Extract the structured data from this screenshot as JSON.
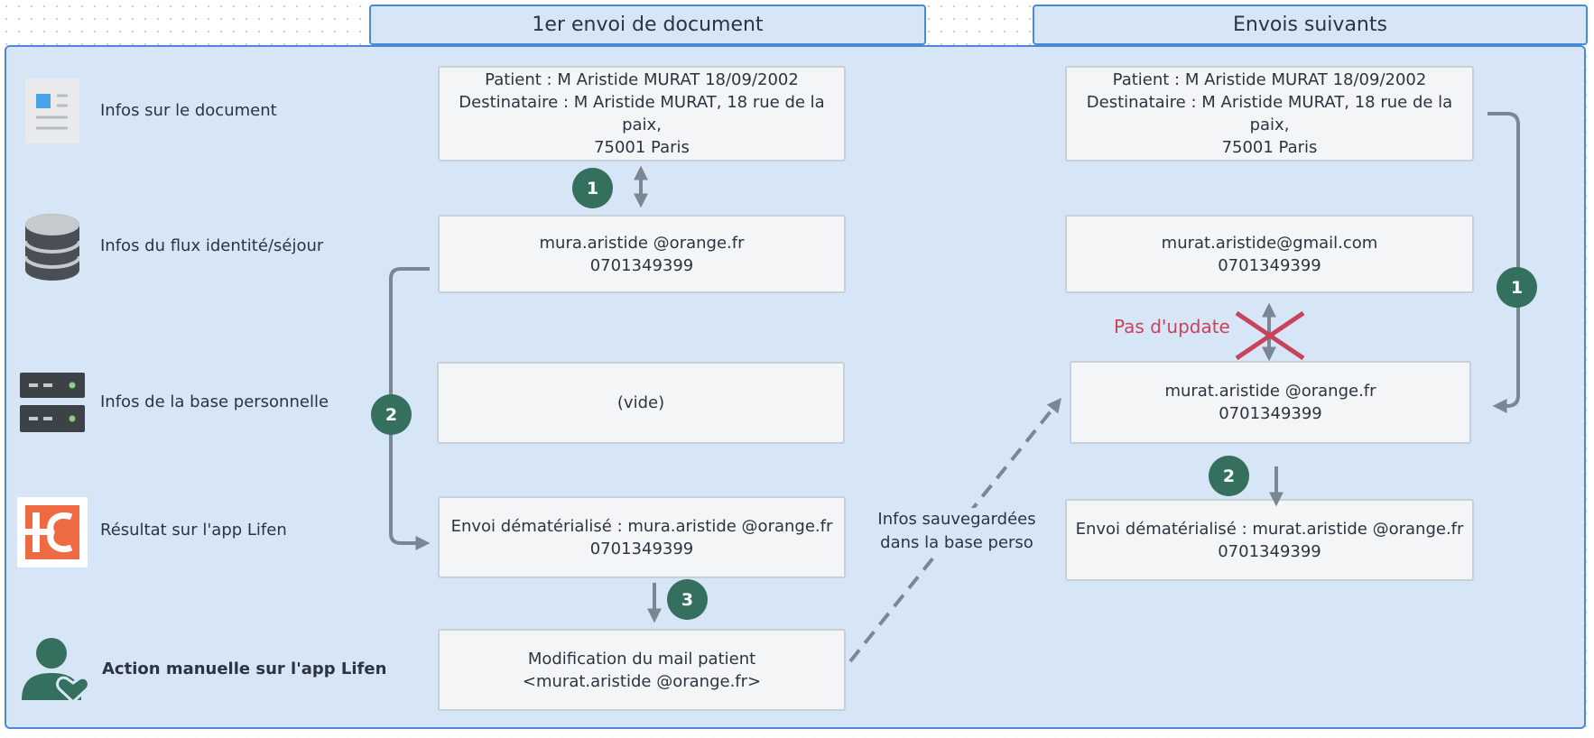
{
  "headers": {
    "first": "1er envoi de document",
    "next": "Envois suivants"
  },
  "rows": {
    "doc": "Infos sur le document",
    "flux": "Infos du flux identité/séjour",
    "base": "Infos de la base personnelle",
    "result": "Résultat sur l'app Lifen",
    "action": "Action manuelle sur l'app Lifen"
  },
  "first": {
    "doc": [
      "Patient : M Aristide MURAT 18/09/2002",
      "Destinataire : M Aristide MURAT, 18 rue de la paix,",
      "75001 Paris"
    ],
    "flux": [
      "mura.aristide @orange.fr",
      "0701349399"
    ],
    "base": [
      "(vide)"
    ],
    "result": [
      "Envoi dématérialisé : mura.aristide @orange.fr",
      "0701349399"
    ],
    "action": [
      "Modification du mail patient",
      "<murat.aristide @orange.fr>"
    ]
  },
  "next": {
    "doc": [
      "Patient : M Aristide MURAT 18/09/2002",
      "Destinataire : M Aristide MURAT, 18 rue de la paix,",
      "75001 Paris"
    ],
    "flux": [
      "murat.aristide@gmail.com",
      "0701349399"
    ],
    "base": [
      "murat.aristide @orange.fr",
      "0701349399"
    ],
    "result": [
      "Envoi dématérialisé : murat.aristide @orange.fr",
      "0701349399"
    ]
  },
  "badges": {
    "first_1": "1",
    "first_2": "2",
    "first_3": "3",
    "next_1": "1",
    "next_2": "2"
  },
  "notes": {
    "saved": [
      "Infos sauvegardées",
      "dans la base perso"
    ],
    "no_update": "Pas d'update"
  },
  "colors": {
    "badge": "#35705f",
    "arrow": "#7a8793",
    "cross": "#c9445a",
    "panel": "#d7e6f6",
    "border": "#4a8ad4",
    "lifen_logo": "#ee6a43"
  },
  "icons": {
    "doc": "document-icon",
    "flux": "database-icon",
    "base": "server-icon",
    "result": "lifen-logo-icon",
    "action": "user-heart-icon"
  }
}
